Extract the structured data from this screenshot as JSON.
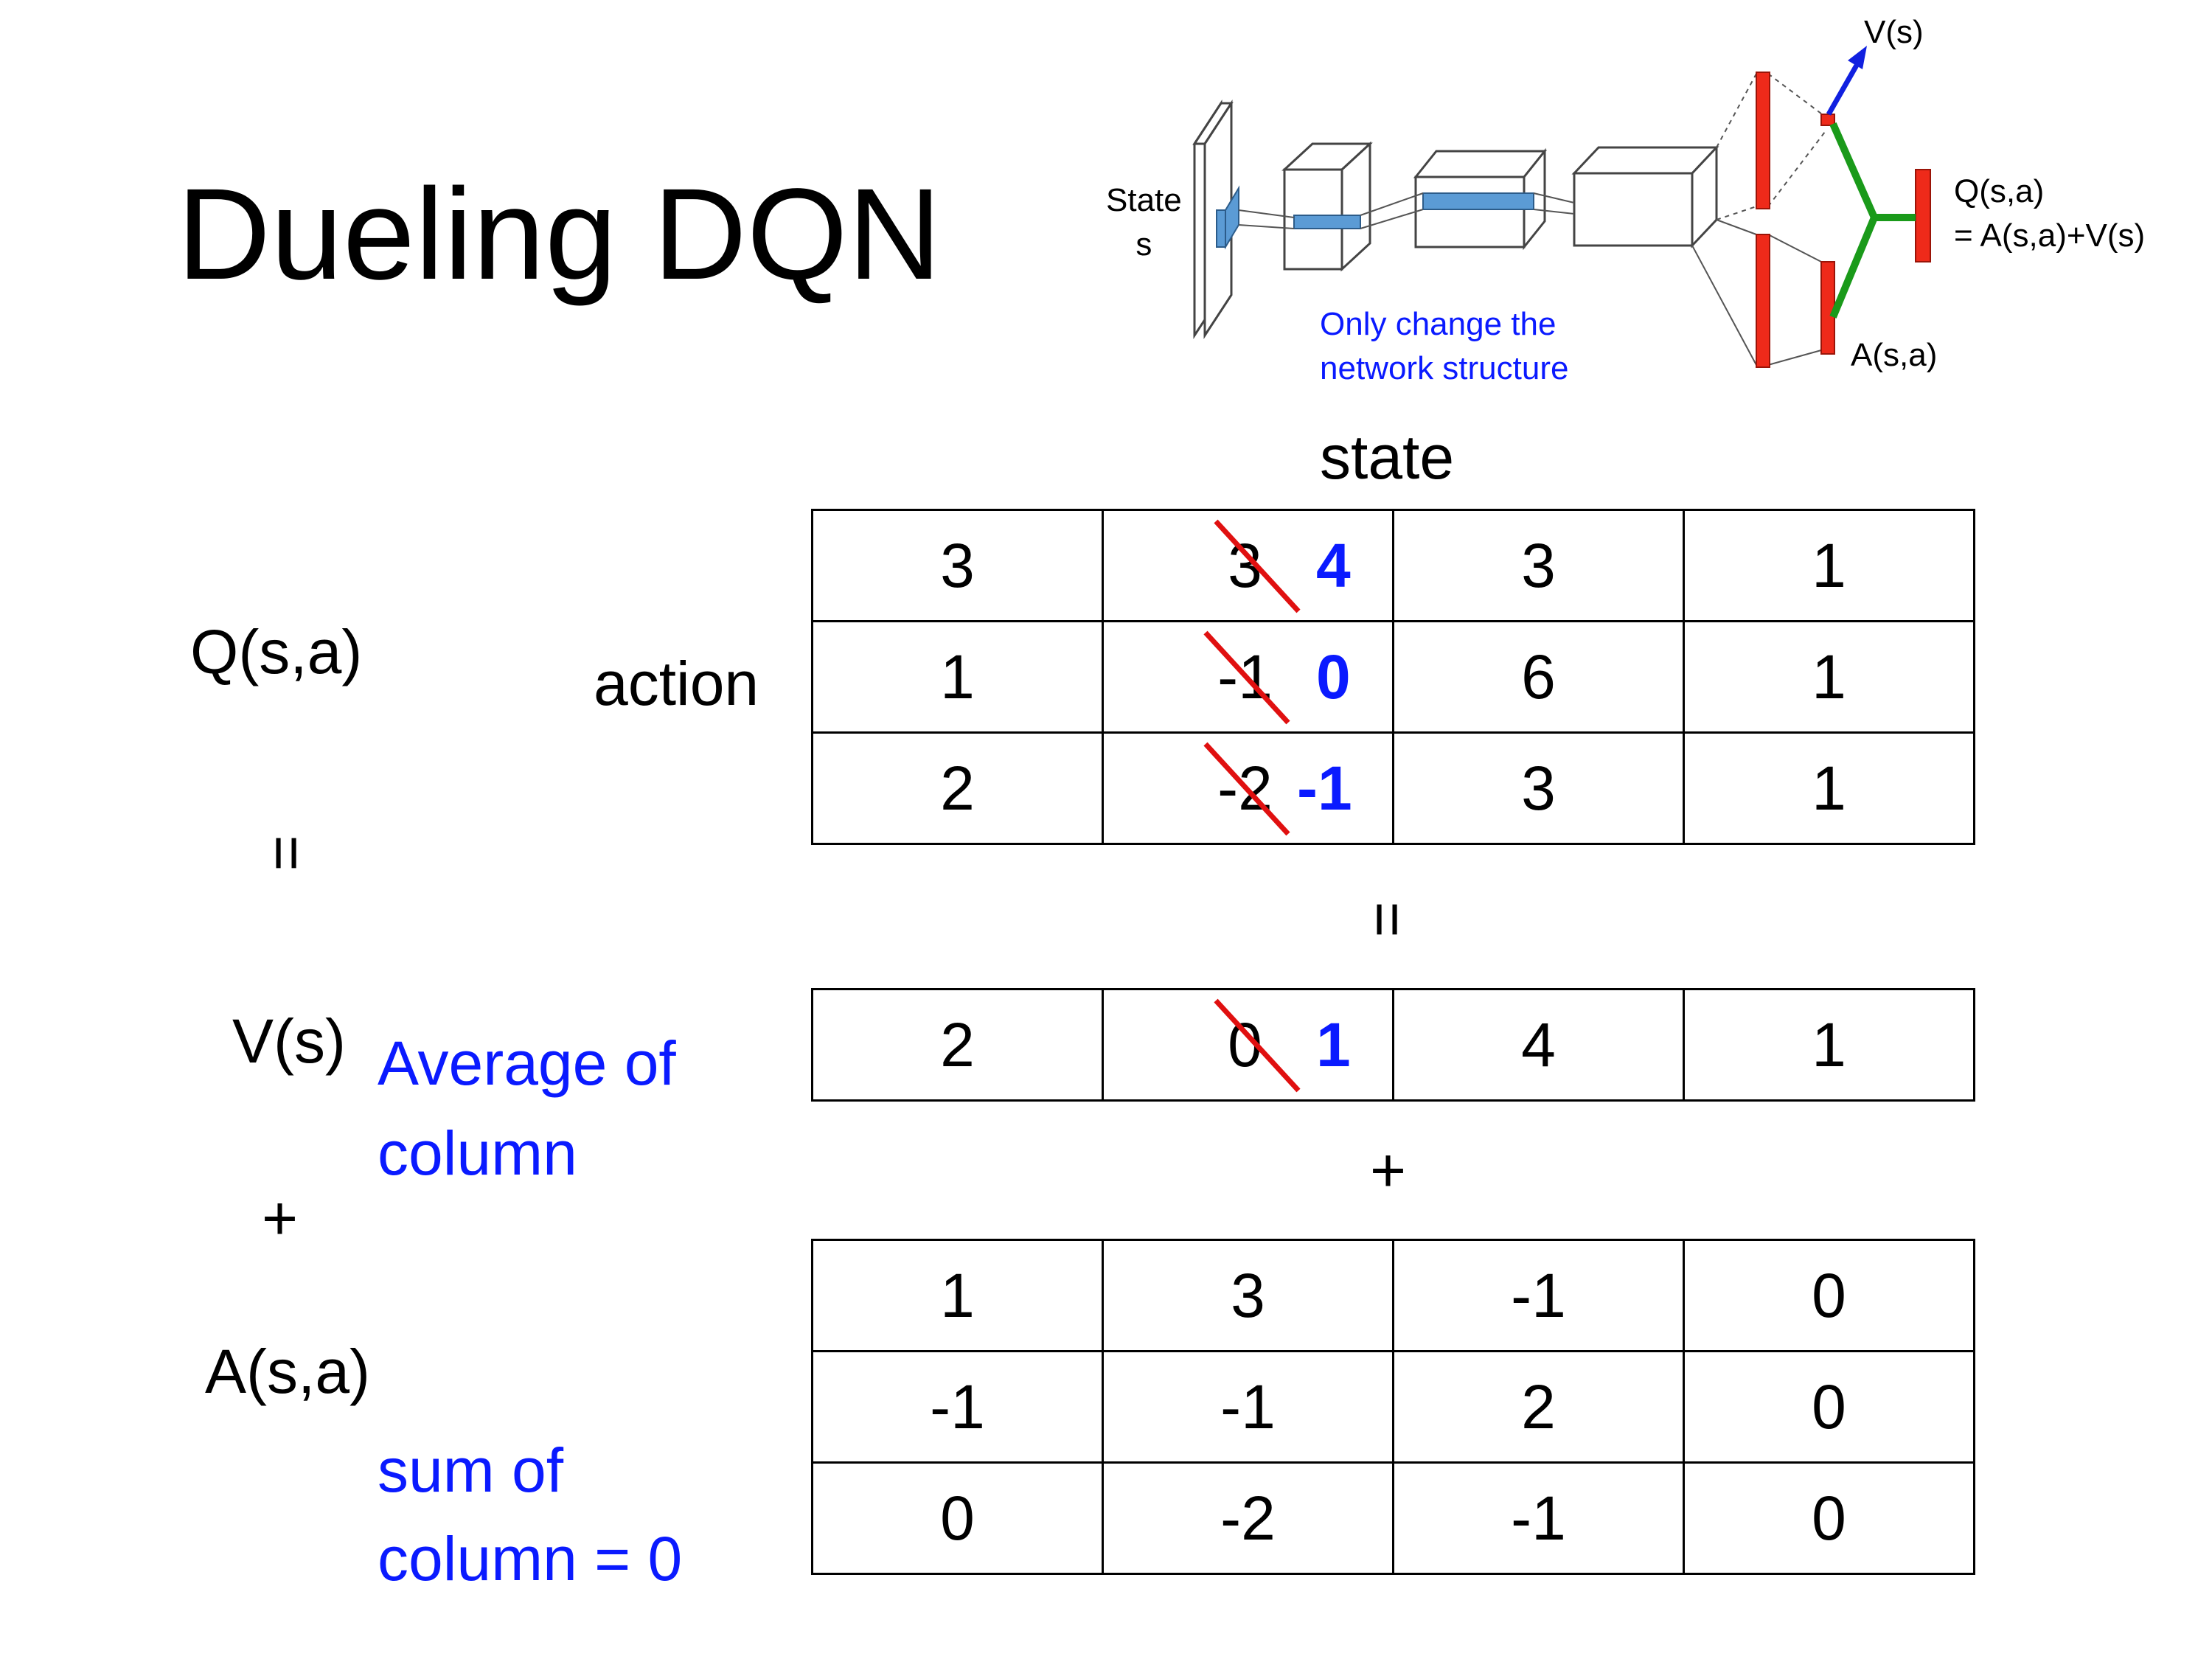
{
  "title": "Dueling DQN",
  "labels": {
    "q": "Q(s,a)",
    "eq1": "=",
    "v": "V(s)",
    "plus1": "+",
    "a": "A(s,a)",
    "avg_note": [
      "Average of",
      "column"
    ],
    "sum_note": [
      "sum of",
      "column = 0"
    ],
    "state": "state",
    "action": "action",
    "eq2": "=",
    "plus2": "+"
  },
  "network": {
    "state_label": [
      "State",
      "s"
    ],
    "vs_label": "V(s)",
    "q_label": [
      "Q(s,a)",
      "= A(s,a)+V(s)"
    ],
    "a_label": "A(s,a)",
    "note": [
      "Only change the",
      "network structure"
    ]
  },
  "tables": {
    "q": {
      "rows": [
        [
          {
            "v": "3"
          },
          {
            "v": "3",
            "new": "4"
          },
          {
            "v": "3"
          },
          {
            "v": "1"
          }
        ],
        [
          {
            "v": "1"
          },
          {
            "v": "-1",
            "new": "0"
          },
          {
            "v": "6"
          },
          {
            "v": "1"
          }
        ],
        [
          {
            "v": "2"
          },
          {
            "v": "-2",
            "new": "-1"
          },
          {
            "v": "3"
          },
          {
            "v": "1"
          }
        ]
      ]
    },
    "v": {
      "rows": [
        [
          {
            "v": "2"
          },
          {
            "v": "0",
            "new": "1"
          },
          {
            "v": "4"
          },
          {
            "v": "1"
          }
        ]
      ]
    },
    "a": {
      "rows": [
        [
          {
            "v": "1"
          },
          {
            "v": "3"
          },
          {
            "v": "-1"
          },
          {
            "v": "0"
          }
        ],
        [
          {
            "v": "-1"
          },
          {
            "v": "-1"
          },
          {
            "v": "2"
          },
          {
            "v": "0"
          }
        ],
        [
          {
            "v": "0"
          },
          {
            "v": "-2"
          },
          {
            "v": "-1"
          },
          {
            "v": "0"
          }
        ]
      ]
    }
  },
  "colors": {
    "blue_text": "#0a1aff",
    "strike_red": "#e01010",
    "net_red": "#ee2a1a",
    "net_green": "#1a9a1a",
    "net_blue": "#5b9bd5"
  }
}
